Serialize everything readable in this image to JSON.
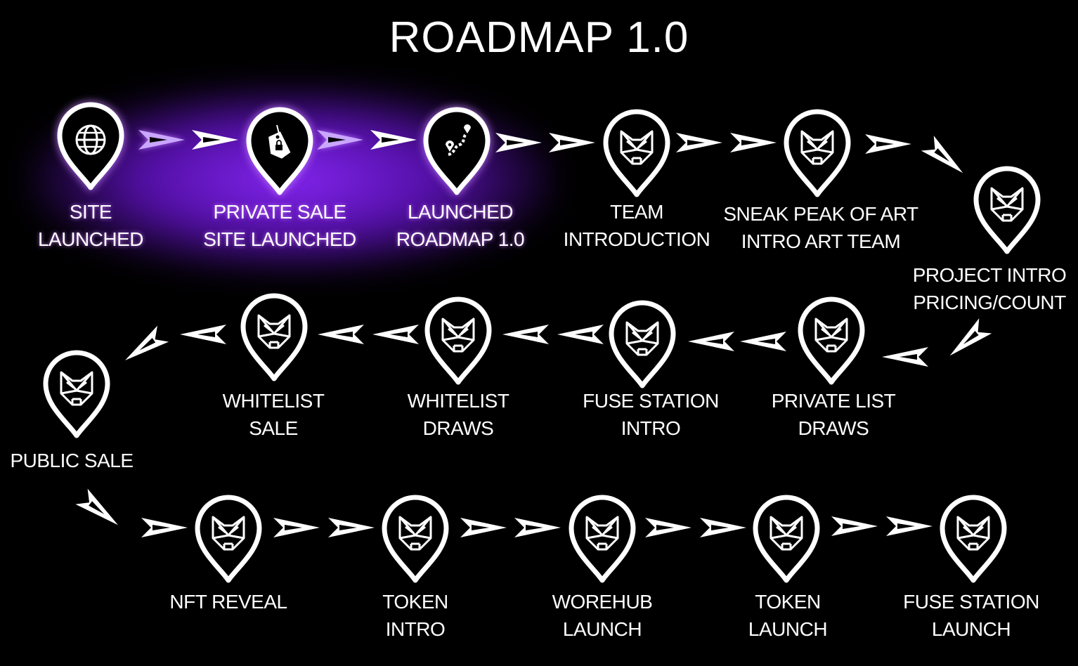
{
  "title": "ROADMAP 1.0",
  "colors": {
    "background": "#000000",
    "glow": "#8a2be2",
    "pin": "#ffffff",
    "arrow_done": "#c9a6ff"
  },
  "milestones": [
    {
      "line1": "SITE",
      "line2": "LAUNCHED",
      "icon": "globe-icon",
      "done": true
    },
    {
      "line1": "PRIVATE SALE",
      "line2": "SITE LAUNCHED",
      "icon": "price-tag-icon",
      "done": true
    },
    {
      "line1": "LAUNCHED",
      "line2": "ROADMAP 1.0",
      "icon": "route-map-icon",
      "done": true
    },
    {
      "line1": "TEAM",
      "line2": "INTRODUCTION",
      "icon": "wolf-icon",
      "done": false
    },
    {
      "line1": "SNEAK PEAK OF ART",
      "line2": "INTRO ART TEAM",
      "icon": "wolf-icon",
      "done": false
    },
    {
      "line1": "PROJECT INTRO",
      "line2": "PRICING/COUNT",
      "icon": "wolf-icon",
      "done": false
    },
    {
      "line1": "PRIVATE LIST",
      "line2": "DRAWS",
      "icon": "wolf-icon",
      "done": false
    },
    {
      "line1": "FUSE STATION",
      "line2": "INTRO",
      "icon": "wolf-icon",
      "done": false
    },
    {
      "line1": "WHITELIST",
      "line2": "DRAWS",
      "icon": "wolf-icon",
      "done": false
    },
    {
      "line1": "WHITELIST",
      "line2": "SALE",
      "icon": "wolf-icon",
      "done": false
    },
    {
      "line1": "PUBLIC  SALE",
      "line2": "",
      "icon": "wolf-icon",
      "done": false
    },
    {
      "line1": "NFT REVEAL",
      "line2": "",
      "icon": "wolf-icon",
      "done": false
    },
    {
      "line1": "TOKEN",
      "line2": "INTRO",
      "icon": "wolf-icon",
      "done": false
    },
    {
      "line1": "WOREHUB",
      "line2": "LAUNCH",
      "icon": "wolf-icon",
      "done": false
    },
    {
      "line1": "TOKEN",
      "line2": "LAUNCH",
      "icon": "wolf-icon",
      "done": false
    },
    {
      "line1": "FUSE STATION",
      "line2": "LAUNCH",
      "icon": "wolf-icon",
      "done": false
    }
  ]
}
